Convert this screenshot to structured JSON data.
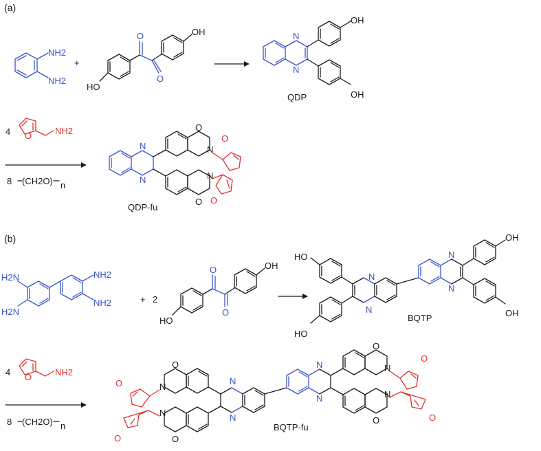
{
  "panel_a": {
    "label": "(a)",
    "reactant1_nh2_top": "NH2",
    "reactant1_nh2_bottom": "NH2",
    "plus": "+",
    "reactant2_oh_top": "OH",
    "reactant2_oh_bottom": "HO",
    "reactant2_o_top": "O",
    "reactant2_o_bottom": "O",
    "product_name": "QDP",
    "product_oh_top": "OH",
    "product_oh_bottom": "OH",
    "product_n": "N",
    "step2_amine_eq": "4",
    "step2_amine_nh2": "NH2",
    "step2_amine_o": "O",
    "step2_cho_eq": "8",
    "step2_cho": "(CH2O)",
    "step2_cho_sub": "n",
    "fu_name": "QDP-fu",
    "fu_o": "O",
    "fu_n": "N"
  },
  "panel_b": {
    "label": "(b)",
    "reactant1_nh2": "NH2",
    "reactant1_h2n": "H2N",
    "plus": "+",
    "coef": "2",
    "reactant2_oh_top": "OH",
    "reactant2_oh_bottom": "HO",
    "reactant2_o": "O",
    "product_name": "BQTP",
    "product_ho": "HO",
    "product_oh": "OH",
    "product_n": "N",
    "step2_amine_eq": "4",
    "step2_amine_nh2": "NH2",
    "step2_amine_o": "O",
    "step2_cho_eq": "8",
    "step2_cho": "(CH2O)",
    "step2_cho_sub": "n",
    "fu_name": "BQTP-fu",
    "fu_o": "O",
    "fu_n": "N"
  },
  "colors": {
    "black": "#1a1a1a",
    "blue": "#3b54c7",
    "red": "#e03030"
  }
}
